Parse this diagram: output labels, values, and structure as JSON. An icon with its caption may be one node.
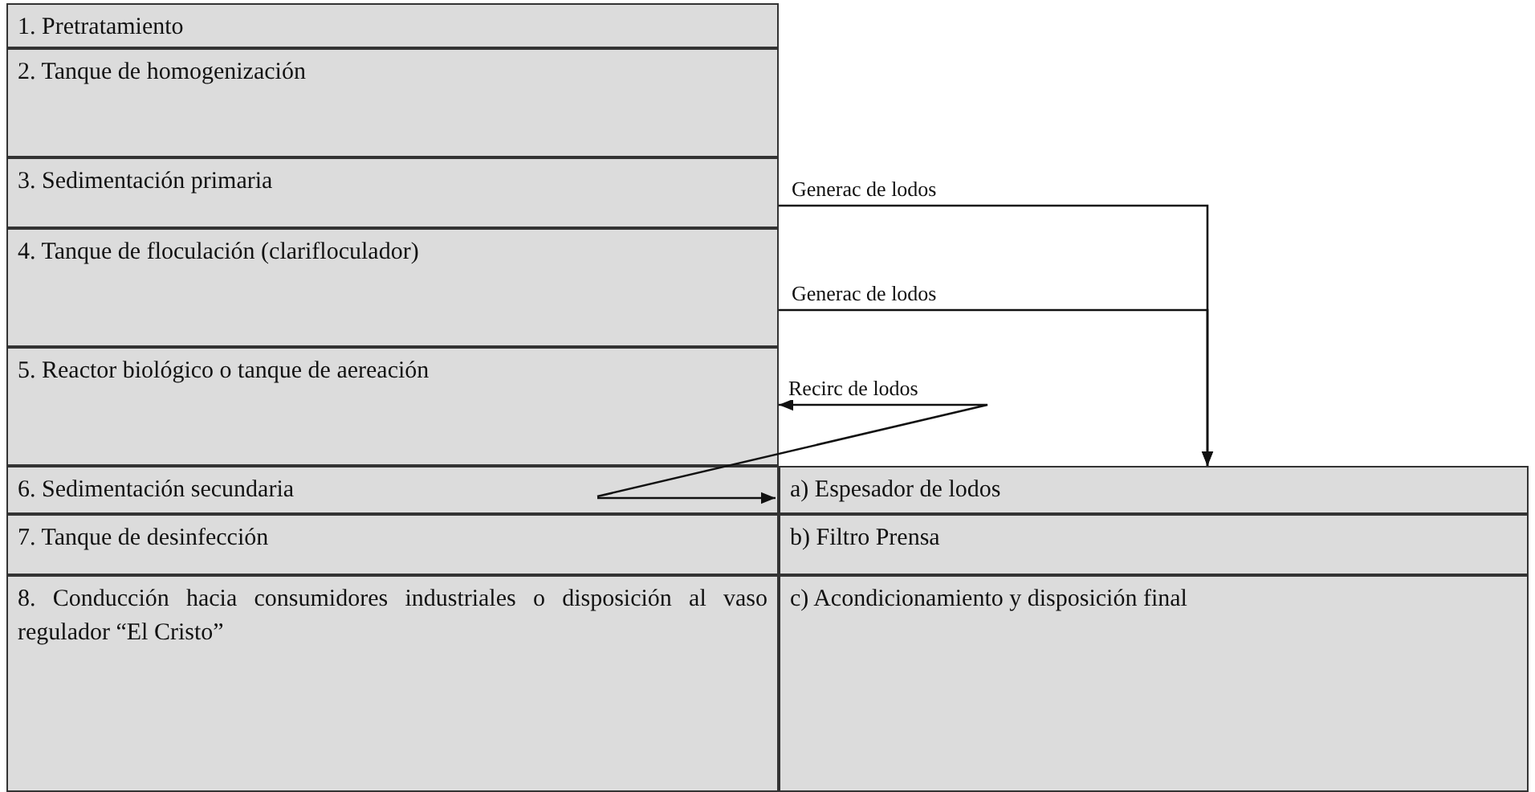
{
  "diagram": {
    "nodes": [
      {
        "text": [
          "1. Pretratamiento"
        ]
      },
      {
        "text": [
          "2. Tanque de homogenización"
        ]
      },
      {
        "text": [
          "3. Sedimentación primaria"
        ]
      },
      {
        "text": [
          "4. Tanque de floculación (clarifloculador)"
        ]
      },
      {
        "text": [
          "5. Reactor biológico o tanque de aereación"
        ]
      },
      {
        "text": [
          "6. Sedimentación secundaria"
        ]
      },
      {
        "text": [
          "7. Tanque de desinfección"
        ]
      },
      {
        "text": [
          "8. Conducción hacia consumidores industriales o disposición al vaso regulador “El Cristo”"
        ]
      },
      {
        "text": [
          "a) Espesador de lodos"
        ]
      },
      {
        "text": [
          "b) Filtro Prensa"
        ]
      },
      {
        "text": [
          "c) Acondicionamiento y disposición final"
        ]
      }
    ],
    "edges": [
      {
        "from": 2,
        "to": 8,
        "arrow": "to",
        "label": "Generac de lodos"
      },
      {
        "from": 3,
        "to": 8,
        "arrow": "to",
        "label": "Generac de lodos"
      },
      {
        "from": 5,
        "to": 4,
        "arrow": "to",
        "label": "Recirc de lodos"
      },
      {
        "from": 5,
        "to": 8,
        "arrow": "to"
      }
    ]
  }
}
